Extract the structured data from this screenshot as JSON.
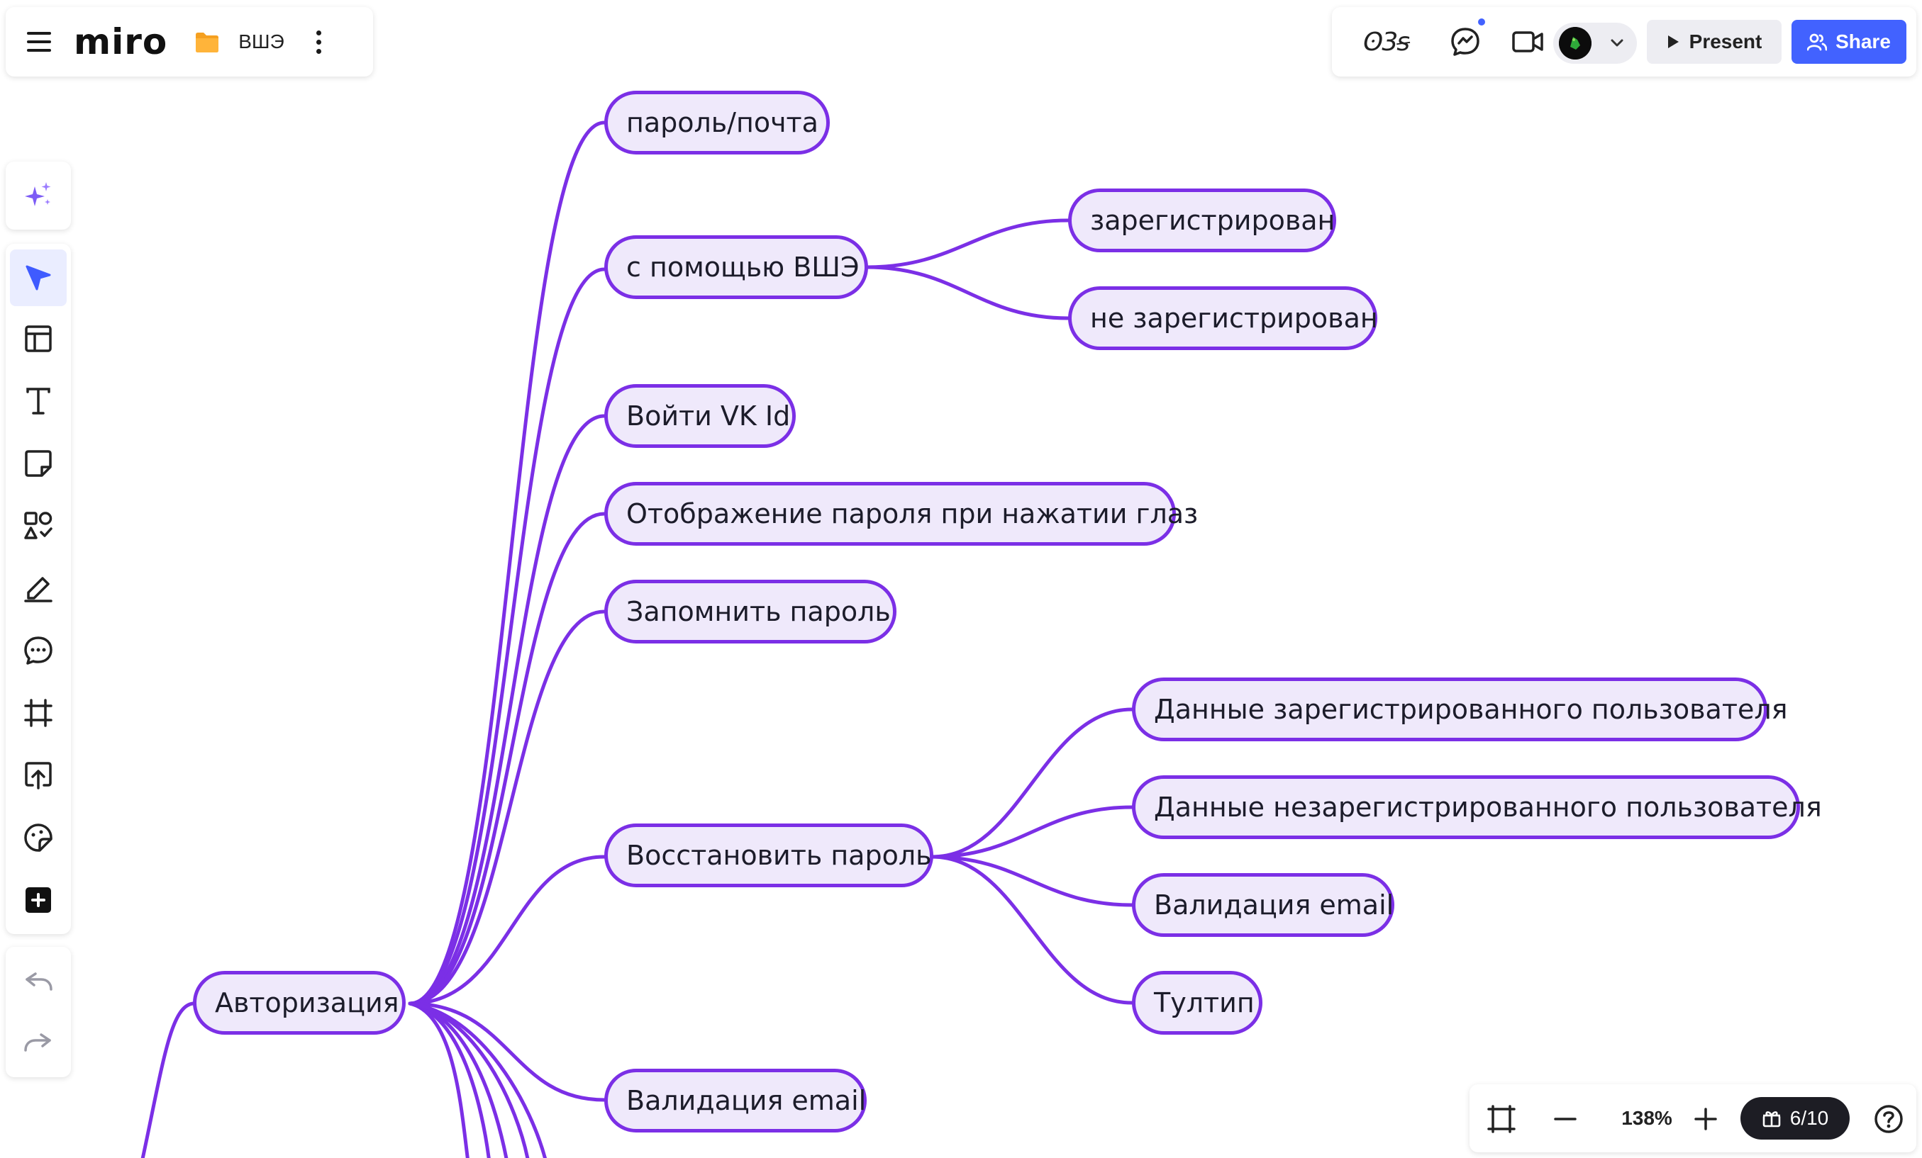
{
  "app": {
    "logo": "miro",
    "board_name": "ВШЭ"
  },
  "header": {
    "present_label": "Present",
    "share_label": "Share",
    "reactions_label": "ʘ3ꞩ",
    "notification_dot_color": "#4262ff"
  },
  "colors": {
    "accent": "#4262ff",
    "node_border": "#7b2fe6",
    "node_fill": "#efe9fb",
    "edge": "#7b2fe6"
  },
  "toolbar": {
    "items": [
      {
        "icon": "ai-sparkle-icon"
      },
      {
        "icon": "select-cursor-icon",
        "active": true
      },
      {
        "icon": "templates-icon"
      },
      {
        "icon": "text-icon"
      },
      {
        "icon": "sticky-note-icon"
      },
      {
        "icon": "shapes-icon"
      },
      {
        "icon": "pen-icon"
      },
      {
        "icon": "comment-icon"
      },
      {
        "icon": "frame-icon"
      },
      {
        "icon": "upload-icon"
      },
      {
        "icon": "sticker-icon"
      },
      {
        "icon": "more-apps-icon"
      },
      {
        "icon": "undo-icon"
      },
      {
        "icon": "redo-icon"
      }
    ]
  },
  "mindmap": {
    "root": "Авторизация",
    "children": [
      {
        "label": "пароль/почта"
      },
      {
        "label": "с помощью ВШЭ",
        "children": [
          "зарегистрирован",
          "не зарегистрирован"
        ]
      },
      {
        "label": "Войти VK Id"
      },
      {
        "label": "Отображение пароля при нажатии глаз"
      },
      {
        "label": "Запомнить пароль"
      },
      {
        "label": "Восстановить пароль",
        "children": [
          "Данные зарегистрированного пользователя",
          "Данные незарегистрированного пользователя",
          "Валидация email",
          "Тултип"
        ]
      },
      {
        "label": "Валидация email"
      }
    ]
  },
  "bottombar": {
    "zoom": "138%",
    "gift_label": "6/10"
  }
}
